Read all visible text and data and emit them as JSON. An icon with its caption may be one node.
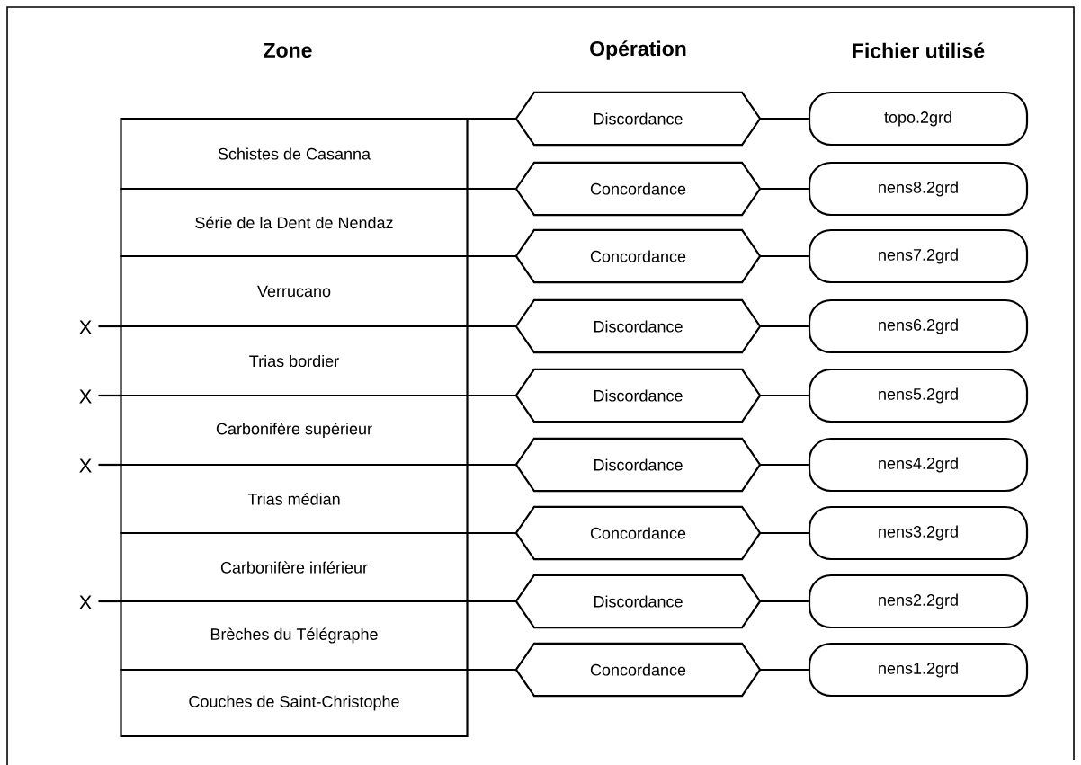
{
  "diagram": {
    "nodes": [
      {
        "text": [
          "Schistes de Casanna"
        ]
      },
      {
        "text": [
          "Série de la Dent de Nendaz"
        ]
      },
      {
        "text": [
          "Verrucano"
        ]
      },
      {
        "text": [
          "Trias bordier"
        ]
      },
      {
        "text": [
          "Carbonifère supérieur"
        ]
      },
      {
        "text": [
          "Trias médian"
        ]
      },
      {
        "text": [
          "Carbonifère inférieur"
        ]
      },
      {
        "text": [
          "Brèches du Télégraphe"
        ]
      },
      {
        "text": [
          "Couches de Saint-Christophe"
        ]
      },
      {
        "text": [
          "Discordance"
        ]
      },
      {
        "text": [
          "Concordance"
        ]
      },
      {
        "text": [
          "Concordance"
        ]
      },
      {
        "text": [
          "Discordance"
        ]
      },
      {
        "text": [
          "Discordance"
        ]
      },
      {
        "text": [
          "Discordance"
        ]
      },
      {
        "text": [
          "Concordance"
        ]
      },
      {
        "text": [
          "Discordance"
        ]
      },
      {
        "text": [
          "Concordance"
        ]
      },
      {
        "text": [
          "topo.2grd"
        ]
      },
      {
        "text": [
          "nens8.2grd"
        ]
      },
      {
        "text": [
          "nens7.2grd"
        ]
      },
      {
        "text": [
          "nens6.2grd"
        ]
      },
      {
        "text": [
          "nens5.2grd"
        ]
      },
      {
        "text": [
          "nens4.2grd"
        ]
      },
      {
        "text": [
          "nens3.2grd"
        ]
      },
      {
        "text": [
          "nens2.2grd"
        ]
      },
      {
        "text": [
          "nens1.2grd"
        ]
      },
      {
        "text": [
          "X"
        ]
      },
      {
        "text": [
          "X"
        ]
      },
      {
        "text": [
          "X"
        ]
      },
      {
        "text": [
          "X"
        ]
      }
    ],
    "edges": [
      {
        "from": 0,
        "to": 9,
        "arrow": "none"
      },
      {
        "from": 0,
        "to": 10,
        "arrow": "none"
      },
      {
        "from": 1,
        "to": 11,
        "arrow": "none"
      },
      {
        "from": 2,
        "to": 12,
        "arrow": "none"
      },
      {
        "from": 3,
        "to": 13,
        "arrow": "none"
      },
      {
        "from": 4,
        "to": 14,
        "arrow": "none"
      },
      {
        "from": 5,
        "to": 15,
        "arrow": "none"
      },
      {
        "from": 6,
        "to": 16,
        "arrow": "none"
      },
      {
        "from": 7,
        "to": 17,
        "arrow": "none"
      },
      {
        "from": 9,
        "to": 18,
        "arrow": "none"
      },
      {
        "from": 10,
        "to": 19,
        "arrow": "none"
      },
      {
        "from": 11,
        "to": 20,
        "arrow": "none"
      },
      {
        "from": 12,
        "to": 21,
        "arrow": "none"
      },
      {
        "from": 13,
        "to": 22,
        "arrow": "none"
      },
      {
        "from": 14,
        "to": 23,
        "arrow": "none"
      },
      {
        "from": 15,
        "to": 24,
        "arrow": "none"
      },
      {
        "from": 16,
        "to": 25,
        "arrow": "none"
      },
      {
        "from": 17,
        "to": 26,
        "arrow": "none"
      },
      {
        "from": 27,
        "to": 2,
        "arrow": "none"
      },
      {
        "from": 28,
        "to": 3,
        "arrow": "none"
      },
      {
        "from": 29,
        "to": 4,
        "arrow": "none"
      },
      {
        "from": 30,
        "to": 6,
        "arrow": "none"
      }
    ],
    "labels": [
      "Zone",
      "Opération",
      "Fichier utilisé"
    ]
  }
}
